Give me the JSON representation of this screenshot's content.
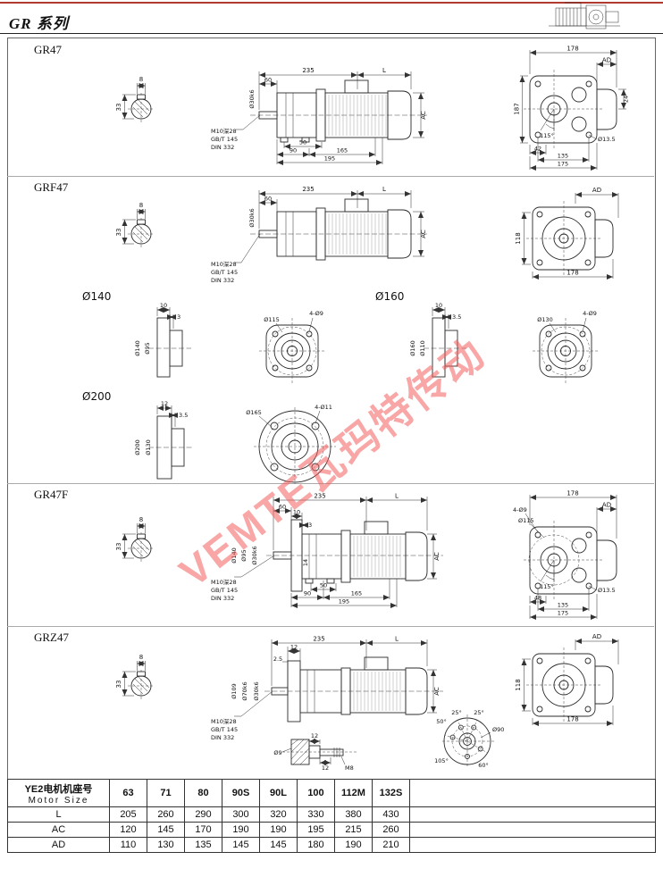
{
  "header": {
    "series_title": "GR 系列"
  },
  "watermark": "VEMTE瓦玛特传动",
  "sections": {
    "gr47": {
      "label": "GR47",
      "key_w": "8",
      "key_h": "33",
      "d235": "235",
      "L": "L",
      "d60": "60",
      "shaft": "Ø30k6",
      "AC": "AC",
      "tap1": "M10深28",
      "tap2": "GB/T 145",
      "tap3": "DIN 332",
      "b50": "50",
      "b90": "90",
      "b165": "165",
      "b195": "195",
      "r178": "178",
      "AD": "AD",
      "r187": "187",
      "r24": "24",
      "angle": "115°",
      "r42": "42",
      "rhole": "Ø13.5",
      "r135": "135",
      "r175": "175"
    },
    "grf47": {
      "label": "GRF47",
      "key_w": "8",
      "key_h": "33",
      "d235": "235",
      "L": "L",
      "d60": "60",
      "shaft": "Ø30k6",
      "AC": "AC",
      "tap1": "M10深28",
      "tap2": "GB/T 145",
      "tap3": "DIN 332",
      "AD": "AD",
      "r118": "118",
      "r178": "178"
    },
    "flange140": {
      "label": "Ø140",
      "t1": "10",
      "t2": "3",
      "od": "Ø140",
      "spigot": "Ø95",
      "bc": "Ø115",
      "holes": "4-Ø9"
    },
    "flange160": {
      "label": "Ø160",
      "t1": "10",
      "t2": "3.5",
      "od": "Ø160",
      "spigot": "Ø110",
      "bc": "Ø130",
      "holes": "4-Ø9"
    },
    "flange200": {
      "label": "Ø200",
      "t1": "12",
      "t2": "3.5",
      "od": "Ø200",
      "spigot": "Ø130",
      "bc": "Ø165",
      "holes": "4-Ø11"
    },
    "gr47f": {
      "label": "GR47F",
      "key_w": "8",
      "key_h": "33",
      "d235": "235",
      "L": "L",
      "d60": "60",
      "d10": "10",
      "d3": "3",
      "od": "Ø140",
      "spigot": "Ø95",
      "shaft": "Ø30k6",
      "d14": "14",
      "AC": "AC",
      "tap1": "M10深28",
      "tap2": "GB/T 145",
      "tap3": "DIN 332",
      "b50": "50",
      "b90": "90",
      "b165": "165",
      "b195": "195",
      "r178": "178",
      "AD": "AD",
      "holes": "4-Ø9",
      "bc": "Ø115",
      "angle": "115°",
      "r48": "48",
      "rhole": "Ø13.5",
      "r135": "135",
      "r175": "175"
    },
    "grz47": {
      "label": "GRZ47",
      "key_w": "8",
      "key_h": "33",
      "d235": "235",
      "L": "L",
      "d12": "12",
      "d25": "2.5",
      "od": "Ø109",
      "hollow": "Ø70k6",
      "shaft": "Ø30k6",
      "AC": "AC",
      "tap1": "M10深28",
      "tap2": "GB/T 145",
      "tap3": "DIN 332",
      "AD": "AD",
      "r118": "118",
      "r178": "178",
      "pin_d": "Ø9",
      "pin_12a": "12",
      "pin_12b": "12",
      "pin_m8": "M8",
      "a25a": "25°",
      "a25b": "25°",
      "a50": "50°",
      "a105": "105°",
      "a60": "60°",
      "pcd": "Ø90"
    }
  },
  "table": {
    "row_header_cn": "YE2电机机座号",
    "row_header_en": "Motor Size",
    "sizes": [
      "63",
      "71",
      "80",
      "90S",
      "90L",
      "100",
      "112M",
      "132S"
    ],
    "rows": [
      {
        "label": "L",
        "values": [
          "205",
          "260",
          "290",
          "300",
          "320",
          "330",
          "380",
          "430"
        ]
      },
      {
        "label": "AC",
        "values": [
          "120",
          "145",
          "170",
          "190",
          "190",
          "195",
          "215",
          "260"
        ]
      },
      {
        "label": "AD",
        "values": [
          "110",
          "130",
          "135",
          "145",
          "145",
          "180",
          "190",
          "210"
        ]
      }
    ]
  }
}
